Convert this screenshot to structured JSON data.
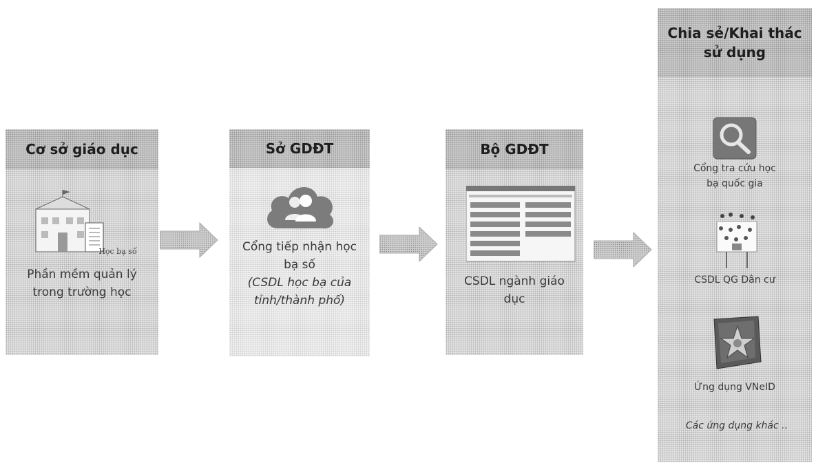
{
  "boxes": {
    "school": {
      "title": "Cơ sở giáo dục",
      "icon_label": "Học bạ số",
      "text": "Phần mềm quản lý trong trường học",
      "icon": "school-building-icon"
    },
    "province": {
      "title": "Sở GDĐT",
      "text": "Cổng tiếp nhận học bạ số",
      "subtext": "(CSDL học bạ của tỉnh/thành phố)",
      "icon": "cloud-users-icon"
    },
    "ministry": {
      "title": "Bộ GDĐT",
      "text": "CSDL ngành giáo dục",
      "icon": "database-screen-icon"
    },
    "sharing": {
      "title": "Chia sẻ/Khai thác sử dụng",
      "items": [
        {
          "label": "Cổng tra cứu học bạ quốc gia",
          "icon": "search-icon"
        },
        {
          "label": "CSDL QG Dân cư",
          "icon": "population-icon"
        },
        {
          "label": "Ứng dụng VNeID",
          "icon": "vneid-shield-icon"
        }
      ],
      "other": "Các ứng dụng khác .."
    }
  },
  "arrows": [
    "arrow-right",
    "arrow-right",
    "arrow-right"
  ]
}
